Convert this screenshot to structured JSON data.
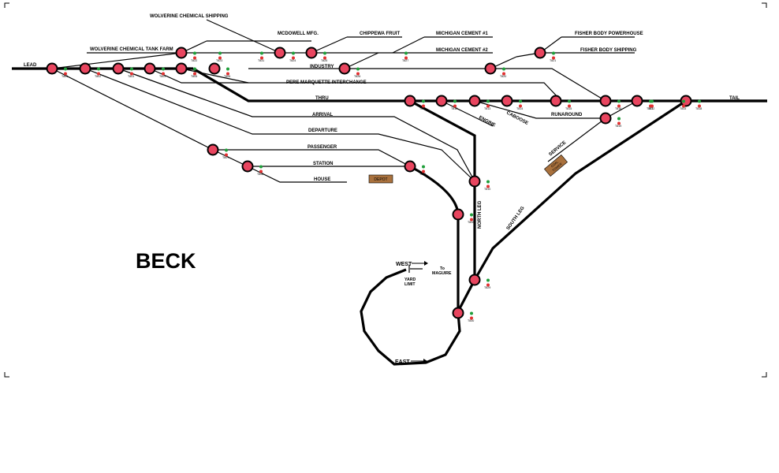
{
  "title": "BECK",
  "colors": {
    "turnout": "#e8455f",
    "led_green": "#1f9e3a",
    "led_red": "#e23030",
    "building": "#a9713d"
  },
  "labels": {
    "lead": "LEAD",
    "tail": "TAIL",
    "wolverine_chemical_shipping": "WOLVERINE CHEMICAL SHIPPING",
    "mcdowell_mfg": "MCDOWELL MFG.",
    "chippewa_fruit": "CHIPPEWA FRUIT",
    "michigan_cement_1": "MICHIGAN CEMENT #1",
    "michigan_cement_2": "MICHIGAN CEMENT #2",
    "wolverine_chemical_tank_farm": "WOLVERINE CHEMICAL TANK FARM",
    "industry": "INDUSTRY",
    "fisher_body_powerhouse": "FISHER BODY POWERHOUSE",
    "fisher_body_shipping": "FISHER BODY SHIPPING",
    "pere_marquette_interchange": "PERE MARQUETTE INTERCHANGE",
    "thru": "THRU",
    "arrival": "ARRIVAL",
    "departure": "DEPARTURE",
    "passenger": "PASSENGER",
    "station": "STATION",
    "house": "HOUSE",
    "engine": "ENGINE",
    "caboose": "CABOOSE",
    "runaround": "RUNAROUND",
    "service": "SERVICE",
    "north_leg": "NORTH LEG",
    "south_leg": "SOUTH LEG",
    "west": "WEST",
    "east": "EAST",
    "to_maguire_1": "To",
    "to_maguire_2": "MAGUIRE",
    "yard_limit_1": "YARD",
    "yard_limit_2": "LIMIT"
  },
  "buildings": {
    "depot": "DEPOT",
    "coal_1": "COAL",
    "coal_2": "TOWER"
  },
  "turnouts": [
    {
      "id": "T801"
    },
    {
      "id": "T802"
    },
    {
      "id": "T803"
    },
    {
      "id": "T804"
    },
    {
      "id": "T805"
    },
    {
      "id": "T806"
    },
    {
      "id": "T807"
    },
    {
      "id": "T808"
    },
    {
      "id": "T809"
    },
    {
      "id": "T810"
    },
    {
      "id": "T811"
    },
    {
      "id": "T812"
    },
    {
      "id": "T813"
    },
    {
      "id": "T814"
    },
    {
      "id": "T815"
    },
    {
      "id": "T816"
    },
    {
      "id": "T817"
    },
    {
      "id": "T818"
    },
    {
      "id": "T819"
    },
    {
      "id": "T820"
    },
    {
      "id": "T821"
    },
    {
      "id": "T822"
    },
    {
      "id": "T823"
    },
    {
      "id": "T824"
    },
    {
      "id": "T825"
    },
    {
      "id": "T826"
    },
    {
      "id": "T827"
    },
    {
      "id": "T828"
    },
    {
      "id": "T829"
    },
    {
      "id": "T830"
    },
    {
      "id": "T831"
    },
    {
      "id": "T832"
    },
    {
      "id": "T833"
    }
  ]
}
